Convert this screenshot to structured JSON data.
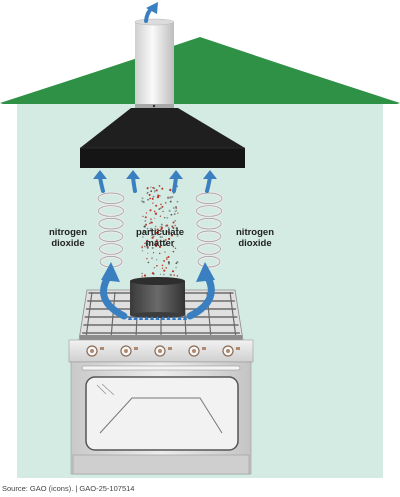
{
  "labels": {
    "left": [
      "nitrogen",
      "dioxide"
    ],
    "center": [
      "particulate",
      "matter"
    ],
    "right": [
      "nitrogen",
      "dioxide"
    ]
  },
  "source": {
    "credit": "Source: GAO (icons).",
    "separator": "|",
    "id": "GAO-25-107514"
  },
  "colors": {
    "roof": "#2f9145",
    "house_wall": "#d4ebe3",
    "hood": "#1f1f1f",
    "chimney": "#e8e8e8",
    "arrow": "#3a7fbf",
    "flame": "#2f78c4",
    "pot": "#4a4a4a",
    "stove": "#d9d9d9",
    "oven_door": "#e6e6e6"
  },
  "icons": {
    "exhaust_arrow": "arrow-up-icon",
    "flow_arrows": "curved-arrow-icon",
    "gas_swirl": "spiral-icon",
    "particles": "dots-icon",
    "burner_flame": "flame-icon"
  }
}
